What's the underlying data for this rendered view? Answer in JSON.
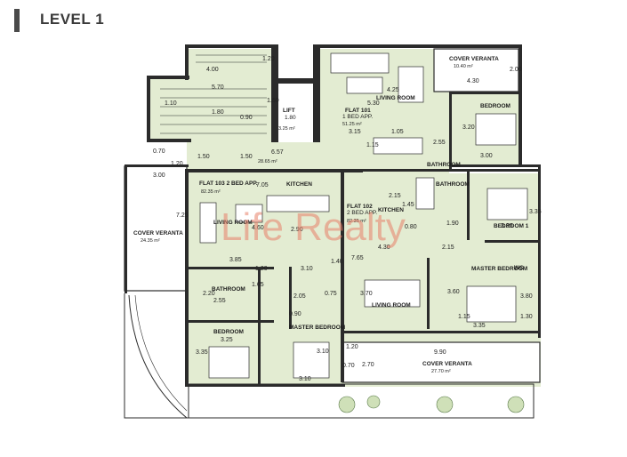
{
  "header": {
    "title": "LEVEL 1"
  },
  "watermark": "Life Realty",
  "rooms": {
    "lift": {
      "name": "LIFT",
      "dim": "1.80",
      "area": "3.25 m²"
    },
    "flat101": {
      "name": "FLAT 101",
      "type": "1 BED APP.",
      "area": "51.25 m²"
    },
    "flat102": {
      "name": "FLAT 102",
      "type": "2 BED APP.",
      "area": "82.35 m²"
    },
    "flat103": {
      "name": "FLAT 103 2 BED APP.",
      "area": "82.35 m²"
    },
    "corridor_area": "28.65 m²",
    "veranta_top": {
      "name": "COVER VERANTA",
      "area": "10.40 m²"
    },
    "veranta_left": {
      "name": "COVER VERANTA",
      "area": "24.35 m²"
    },
    "veranta_bottom": {
      "name": "COVER VERANTA",
      "area": "27.70 m²"
    },
    "living101": "LIVING ROOM",
    "bedroom101": "BEDROOM",
    "bathroom101": "BATHROOM",
    "kitchen103": "KITCHEN",
    "living103": "LIVING ROOM",
    "bathroom103": "BATHROOM",
    "bedroom103": "BEDROOM",
    "master103": "MASTER BEDROOM",
    "kitchen102": "KITCHEN",
    "bathroom102": "BATHROOM",
    "bedroom102": "BEDROOM 1",
    "master102": "MASTER BEDROOM",
    "living102": "LIVING ROOM",
    "wc": "WC"
  },
  "dims": {
    "d400": "4.00",
    "d120a": "1.20",
    "d570": "5.70",
    "d110": "1.10",
    "d180": "1.80",
    "d090": "0.90",
    "d160": "1.60",
    "d430a": "4.30",
    "d200": "2.00",
    "d425": "4.25",
    "d530": "5.30",
    "d315": "3.15",
    "d105": "1.05",
    "d320": "3.20",
    "d255": "2.55",
    "d300a": "3.00",
    "d115a": "1.15",
    "d150a": "1.50",
    "d150b": "1.50",
    "d657": "6.57",
    "d070a": "0.70",
    "d120b": "1.20",
    "d300b": "3.00",
    "d725": "7.25",
    "d705": "7.05",
    "d215a": "2.15",
    "d145": "1.45",
    "d335a": "3.35",
    "d335b": "3.35",
    "d460": "4.60",
    "d290": "2.90",
    "d080": "0.80",
    "d190": "1.90",
    "d430b": "4.30",
    "d215b": "2.15",
    "d385": "3.85",
    "d120c": "1.20",
    "d310a": "3.10",
    "d140": "1.40",
    "d765": "7.65",
    "d220": "2.20",
    "d165": "1.65",
    "d205": "2.05",
    "d075": "0.75",
    "d370": "3.70",
    "d360": "3.60",
    "d380": "3.80",
    "d255b": "2.55",
    "d090b": "0.90",
    "d115b": "1.15",
    "d130": "1.30",
    "d325": "3.25",
    "d335c": "3.35",
    "d310b": "3.10",
    "d310c": "3.10",
    "d120d": "1.20",
    "d070b": "0.70",
    "d270": "2.70",
    "d990": "9.90",
    "d335d": "3.35"
  },
  "colors": {
    "floor": "#e3ecd2",
    "wall": "#2b2b2b",
    "veranta": "#ffffff",
    "watermark": "#e8806a"
  }
}
